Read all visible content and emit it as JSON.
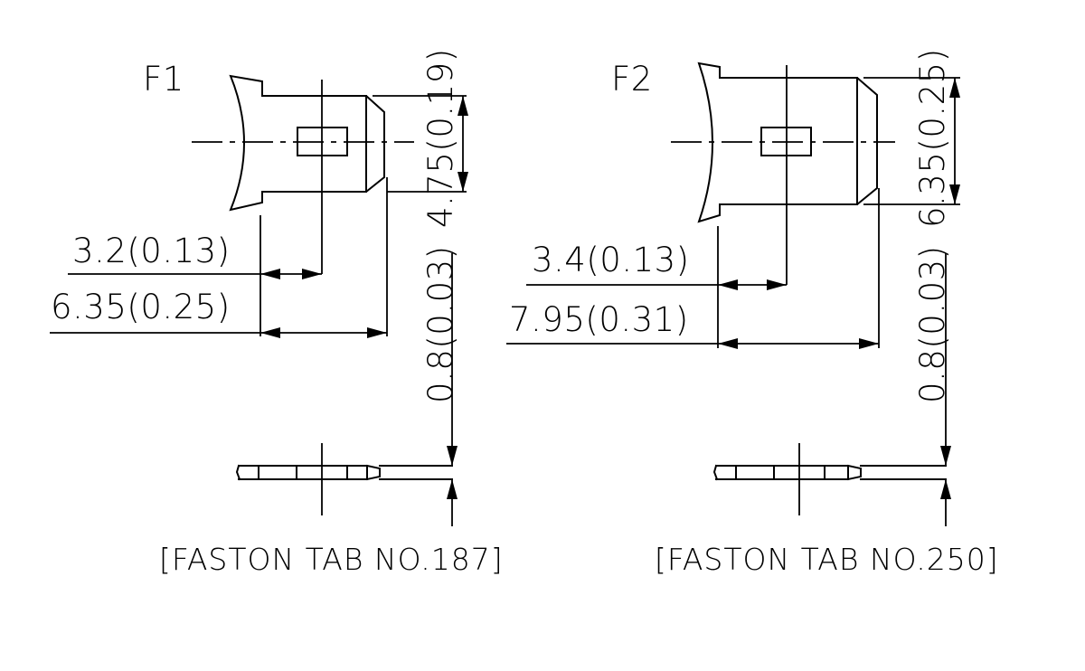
{
  "tab_f1": {
    "label": "F1",
    "height_dim": "4.75(0.19)",
    "hole_offset_dim": "3.2(0.13)",
    "length_dim": "6.35(0.25)",
    "thickness_dim": "0.8(0.03)",
    "caption": "[FASTON TAB NO.187]"
  },
  "tab_f2": {
    "label": "F2",
    "height_dim": "6.35(0.25)",
    "hole_offset_dim": "3.4(0.13)",
    "length_dim": "7.95(0.31)",
    "thickness_dim": "0.8(0.03)",
    "caption": "[FASTON TAB NO.250]"
  }
}
